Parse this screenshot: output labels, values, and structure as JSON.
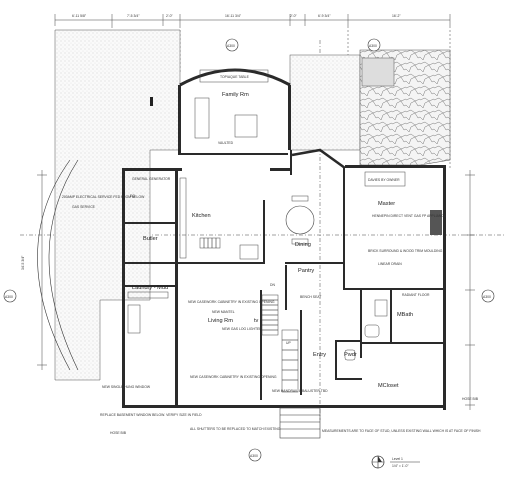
{
  "dimensions_top": [
    "6'-11 5/8\"",
    "7'-5 3/4\"",
    "2'-0\"",
    "16'-11 3/4\"",
    "2'-0\"",
    "6'-9 3/4\"",
    "16'-2\""
  ],
  "rooms": {
    "family_rm": "Family Rm",
    "master": "Master",
    "kitchen": "Kitchen",
    "butler": "Butler",
    "dining": "Dining",
    "pantry": "Pantry",
    "laundry_mud": "Laundry - Mud",
    "living_rm": "Living Rm",
    "mbath": "MBath",
    "entry": "Entry",
    "pwdr": "Pwdr",
    "mcloset": "MCloset"
  },
  "notes": {
    "topiaque_table": "TOPIAQUE TABLE",
    "vaulted": "VAULTED",
    "general_generator": "GENERAL GENERATOR",
    "electrical_service": "200AMP ELECTRICAL SERVICE FED FROM BELOW",
    "gas_service": "GAS SERVICE",
    "eq": "EQ",
    "stairs_by_owner": "DAVIES BY OWNER",
    "hennepin_range": "HENNEPIN DIRECT VENT GAS FP APPLIANCE",
    "brick_surround": "BRICK SURROUND & WOOD TRIM MOULDING",
    "linear_drain": "LINEAR DRAIN",
    "new_mantel": "NEW MANTEL",
    "new_casework_1": "NEW CASEWORK CABINETRY IN EXISTING OPENING",
    "gas_log_lighter": "NEW GAS LOG LIGHTER",
    "new_casework_2": "NEW CASEWORK CABINETRY IN EXISTING OPENING",
    "new_handrail": "NEW HANDRAIL & BALUSTER TBD",
    "bench_seat": "BENCH SEAT",
    "radiant_floor": "RADIANT FLOOR",
    "dn": "DN",
    "up": "UP",
    "tv": "tv",
    "hose_bib_left": "HOSE BIB",
    "hose_bib_right": "HOSE BIB",
    "replace_window": "REPLACE BASEMENT WINDOW BELOW. VERIFY SIZE IN FIELD",
    "shutters": "ALL SHUTTERS TO BE REPLACED TO MATCH EXISTING",
    "measurements": "MEASUREMENTS ARE TO FACE OF STUD, UNLESS EXISTING WALL WHICH IS AT FACE OF FINISH",
    "window_note": "NEW SINGLE HUNG WINDOW",
    "left_dim": "34'-5 3/4\""
  },
  "refs": {
    "a300_left": "A300",
    "a300_right": "A300",
    "a300_top1": "A300",
    "a300_top2": "A300",
    "a300_bottom": "A300",
    "a400": "A400"
  },
  "title": {
    "sheet": "Level 1",
    "scale": "1/4\" = 1'-0\""
  }
}
